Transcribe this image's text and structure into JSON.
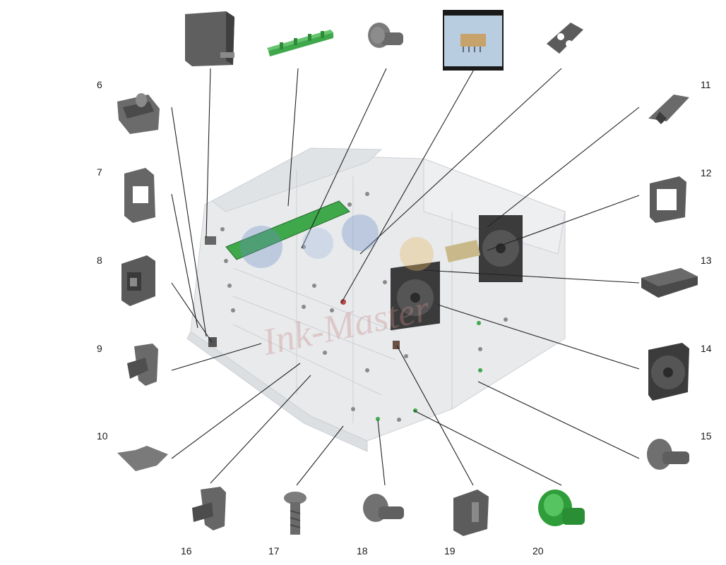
{
  "labels": [
    "6",
    "7",
    "8",
    "9",
    "10",
    "11",
    "12",
    "13",
    "14",
    "15",
    "16",
    "17",
    "18",
    "19",
    "20"
  ],
  "watermark": "Ink-Master",
  "colors": {
    "part_gray": "#6e6e6e",
    "part_dark": "#3a3a3a",
    "green": "#2f9e3a",
    "leader": "#222222",
    "ghost": "#d4d8dc"
  }
}
